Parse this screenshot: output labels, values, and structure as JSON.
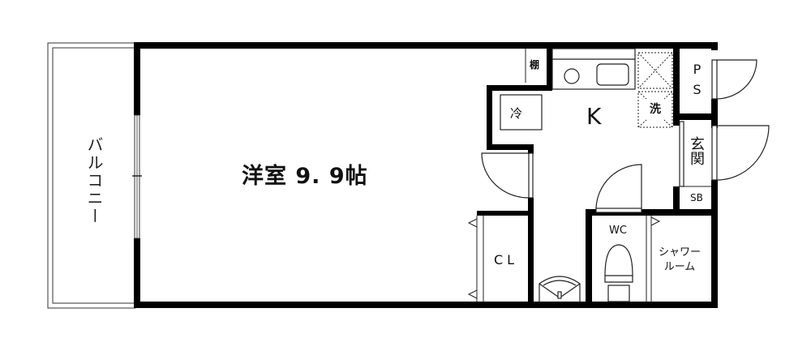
{
  "floorplan": {
    "main_room": {
      "name": "洋室",
      "size": "9.9帖",
      "label": "洋室  9. 9帖"
    },
    "balcony": {
      "label": "バルコニー"
    },
    "kitchen": {
      "label": "K"
    },
    "fridge": {
      "label": "冷"
    },
    "washer": {
      "label": "洗"
    },
    "shelf": {
      "label": "棚"
    },
    "pipe_space": {
      "label": "PS"
    },
    "entrance": {
      "label": "玄関"
    },
    "shoe_box": {
      "label": "SB"
    },
    "closet": {
      "label": "CL"
    },
    "toilet": {
      "label": "WC"
    },
    "shower_room": {
      "label_line1": "シャワー",
      "label_line2": "ルーム"
    }
  },
  "colors": {
    "wall": "#000000",
    "line": "#222222",
    "background": "#ffffff"
  }
}
